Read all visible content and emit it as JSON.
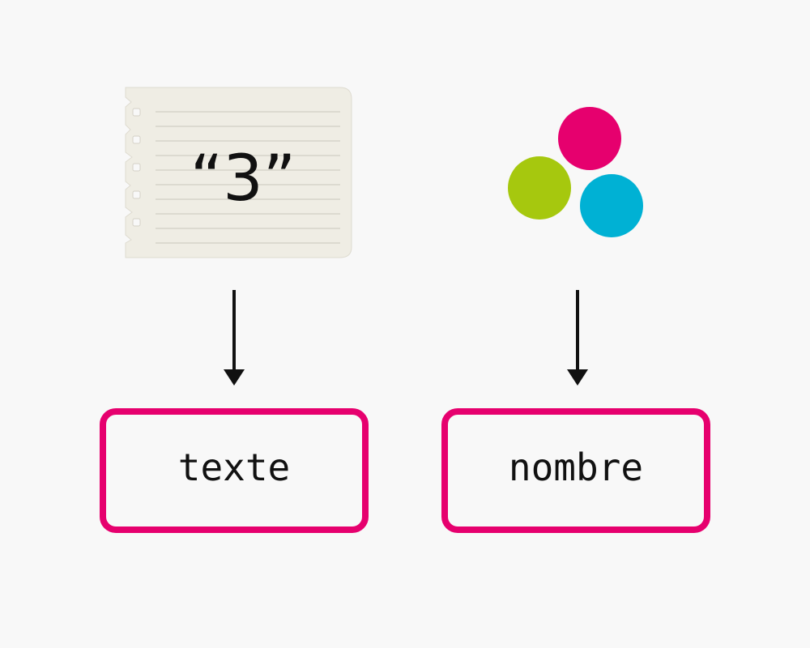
{
  "note": {
    "text": "“3”",
    "paper_color": "#efede4"
  },
  "circles": {
    "colors": [
      "#e6006e",
      "#a6c80e",
      "#00b1d4"
    ]
  },
  "boxes": [
    {
      "label": "texte"
    },
    {
      "label": "nombre"
    }
  ],
  "colors": {
    "accent": "#e6006e",
    "ink": "#111111",
    "background": "#f8f8f8"
  }
}
